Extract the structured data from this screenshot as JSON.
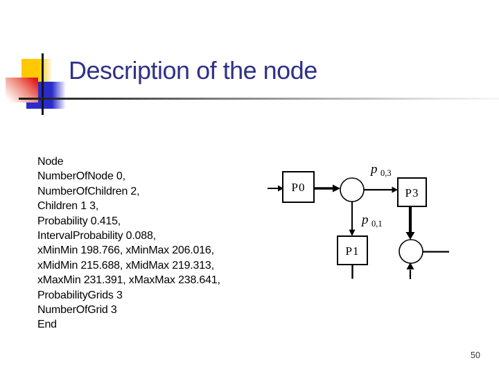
{
  "slide": {
    "title": "Description of the node",
    "page_number": "50"
  },
  "body": {
    "lines": [
      "Node",
      "NumberOfNode 0,",
      "NumberOfChildren 2,",
      "Children 1 3,",
      "Probability 0.415,",
      "IntervalProbability 0.088,",
      "xMinMin 198.766, xMinMax 206.016,",
      "xMidMin 215.688, xMidMax 219.313,",
      "xMaxMin 231.391, xMaxMax 238.641,",
      "ProbabilityGrids 3",
      "NumberOfGrid 3",
      "End"
    ]
  },
  "diagram": {
    "node_p0": "P0",
    "node_p1": "P1",
    "node_p3": "P3",
    "edge_p03_base": "p",
    "edge_p03_sub": "0,3",
    "edge_p01_base": "p",
    "edge_p01_sub": "0,1"
  },
  "colors": {
    "title_text": "#2F3188",
    "accent_yellow": "#FFC800",
    "accent_red": "#E01818",
    "accent_blue": "#2B2BCA",
    "diagram_stroke": "#000000"
  }
}
